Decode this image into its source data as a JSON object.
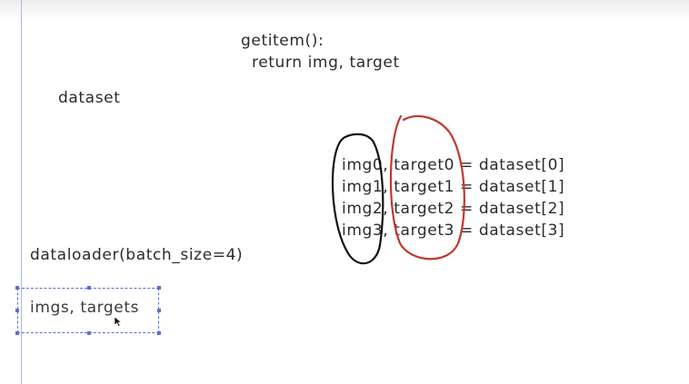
{
  "whiteboard": {
    "code": {
      "line1": "getitem():",
      "line2": "return img, target"
    },
    "dataset_label": "dataset",
    "pairs": [
      {
        "img": "img0,",
        "target": "target0",
        "rhs": "= dataset[0]"
      },
      {
        "img": "img1,",
        "target": "target1",
        "rhs": "= dataset[1]"
      },
      {
        "img": "img2,",
        "target": "target2",
        "rhs": "= dataset[2]"
      },
      {
        "img": "img3,",
        "target": "target3",
        "rhs": "= dataset[3]"
      }
    ],
    "dataloader_call": "dataloader(batch_size=4)",
    "selected_text": "imgs, targets"
  },
  "colors": {
    "ink": "#2b2b2b",
    "black_loop": "#111111",
    "red_loop": "#c0392b",
    "selection": "#5c6ee0",
    "margin_line": "#a9b9e6"
  },
  "icons": {
    "cursor": "mouse-pointer-icon"
  }
}
